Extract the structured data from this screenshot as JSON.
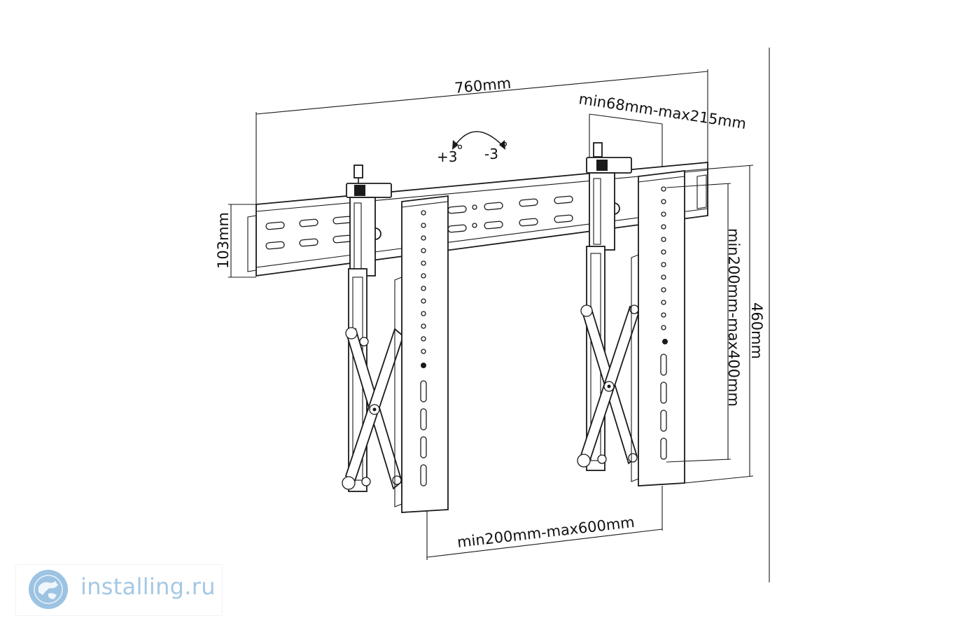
{
  "dimensions": {
    "total_width": "760mm",
    "arm_depth": "min68mm-max215mm",
    "rail_height": "103mm",
    "plate_height": "460mm",
    "vertical_pattern": "min200mm-max400mm",
    "horizontal_pattern": "min200mm-max600mm"
  },
  "tilt": {
    "up": "+3",
    "down": "-3",
    "unit": "°"
  },
  "watermark": {
    "site": "installing.ru",
    "logo_icon": "globe-logo-icon",
    "text_color": "#a4c8e4"
  }
}
